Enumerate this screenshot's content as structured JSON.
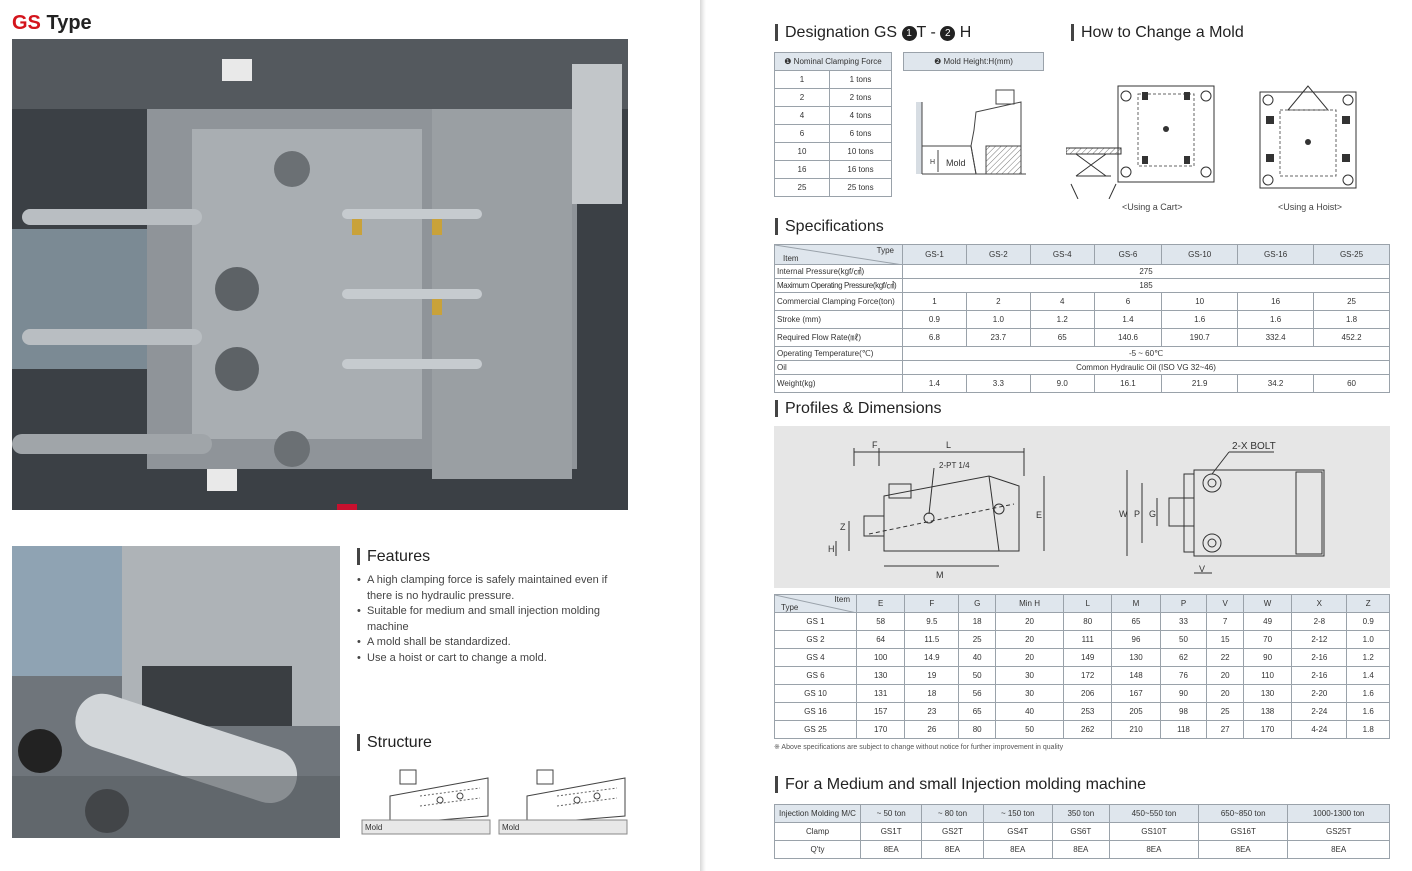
{
  "left": {
    "title_red": "GS",
    "title_black": "Type",
    "features_heading": "Features",
    "features": [
      "A high clamping force is safely maintained even if there is no hydraulic pressure.",
      "Suitable for medium and small injection molding machine",
      "A mold shall be standardized.",
      "Use a hoist or cart to change a mold."
    ],
    "structure_heading": "Structure",
    "structure_labels": [
      "Mold",
      "Mold"
    ]
  },
  "designation": {
    "heading_prefix": "Designation GS",
    "marker1": "1",
    "middle": "T -",
    "marker2": "2",
    "suffix": "H",
    "col1_header": "❶ Nominal Clamping Force",
    "col2_header": "❷ Mold Height:H(mm)",
    "rows": [
      [
        "1",
        "1 tons"
      ],
      [
        "2",
        "2 tons"
      ],
      [
        "4",
        "4 tons"
      ],
      [
        "6",
        "6 tons"
      ],
      [
        "10",
        "10 tons"
      ],
      [
        "16",
        "16 tons"
      ],
      [
        "25",
        "25 tons"
      ]
    ],
    "mold_label": "Mold",
    "h_label": "H"
  },
  "change_mold": {
    "heading": "How to Change a Mold",
    "caption_cart": "<Using a Cart>",
    "caption_hoist": "<Using a Hoist>"
  },
  "specifications": {
    "heading": "Specifications",
    "corner_type": "Type",
    "corner_item": "Item",
    "columns": [
      "GS-1",
      "GS-2",
      "GS-4",
      "GS-6",
      "GS-10",
      "GS-16",
      "GS-25"
    ],
    "internal_pressure_label": "Internal Pressure(kgf/㎠)",
    "internal_pressure": "275",
    "max_pressure_label": "Maximum Operating Pressure(kgf/㎠)",
    "max_pressure": "185",
    "clamp_label": "Commercial Clamping Force(ton)",
    "clamp": [
      "1",
      "2",
      "4",
      "6",
      "10",
      "16",
      "25"
    ],
    "stroke_label": "Stroke (mm)",
    "stroke": [
      "0.9",
      "1.0",
      "1.2",
      "1.4",
      "1.6",
      "1.6",
      "1.8"
    ],
    "flow_label": "Required Flow Rate(㎖)",
    "flow": [
      "6.8",
      "23.7",
      "65",
      "140.6",
      "190.7",
      "332.4",
      "452.2"
    ],
    "temp_label": "Operating Temperature(℃)",
    "temp": "-5 ~ 60℃",
    "oil_label": "Oil",
    "oil": "Common Hydraulic Oil (ISO VG 32~46)",
    "weight_label": "Weight(kg)",
    "weight": [
      "1.4",
      "3.3",
      "9.0",
      "16.1",
      "21.9",
      "34.2",
      "60"
    ]
  },
  "profiles": {
    "heading": "Profiles & Dimensions",
    "labels": {
      "F": "F",
      "L": "L",
      "pt": "2-PT 1/4",
      "E": "E",
      "M": "M",
      "H": "H",
      "Z": "Z",
      "bolt": "2-X BOLT",
      "W": "W",
      "P": "P",
      "G": "G",
      "V": "V"
    },
    "corner_item": "Item",
    "corner_type": "Type",
    "columns": [
      "E",
      "F",
      "G",
      "Min H",
      "L",
      "M",
      "P",
      "V",
      "W",
      "X",
      "Z"
    ],
    "rows": [
      {
        "type": "GS 1",
        "vals": [
          "58",
          "9.5",
          "18",
          "20",
          "80",
          "65",
          "33",
          "7",
          "49",
          "2-8",
          "0.9"
        ]
      },
      {
        "type": "GS 2",
        "vals": [
          "64",
          "11.5",
          "25",
          "20",
          "111",
          "96",
          "50",
          "15",
          "70",
          "2-12",
          "1.0"
        ]
      },
      {
        "type": "GS 4",
        "vals": [
          "100",
          "14.9",
          "40",
          "20",
          "149",
          "130",
          "62",
          "22",
          "90",
          "2-16",
          "1.2"
        ]
      },
      {
        "type": "GS 6",
        "vals": [
          "130",
          "19",
          "50",
          "30",
          "172",
          "148",
          "76",
          "20",
          "110",
          "2-16",
          "1.4"
        ]
      },
      {
        "type": "GS 10",
        "vals": [
          "131",
          "18",
          "56",
          "30",
          "206",
          "167",
          "90",
          "20",
          "130",
          "2-20",
          "1.6"
        ]
      },
      {
        "type": "GS 16",
        "vals": [
          "157",
          "23",
          "65",
          "40",
          "253",
          "205",
          "98",
          "25",
          "138",
          "2-24",
          "1.6"
        ]
      },
      {
        "type": "GS 25",
        "vals": [
          "170",
          "26",
          "80",
          "50",
          "262",
          "210",
          "118",
          "27",
          "170",
          "4-24",
          "1.8"
        ]
      }
    ],
    "note": "※ Above specifications are subject to change without notice for further improvement in quality"
  },
  "machine": {
    "heading": "For a Medium and small Injection molding machine",
    "header_label": "Injection Molding M/C",
    "columns": [
      "~ 50 ton",
      "~ 80 ton",
      "~ 150 ton",
      "350 ton",
      "450~550 ton",
      "650~850 ton",
      "1000-1300 ton"
    ],
    "clamp_label": "Clamp",
    "clamp": [
      "GS1T",
      "GS2T",
      "GS4T",
      "GS6T",
      "GS10T",
      "GS16T",
      "GS25T"
    ],
    "qty_label": "Q'ty",
    "qty": [
      "8EA",
      "8EA",
      "8EA",
      "8EA",
      "8EA",
      "8EA",
      "8EA"
    ]
  }
}
